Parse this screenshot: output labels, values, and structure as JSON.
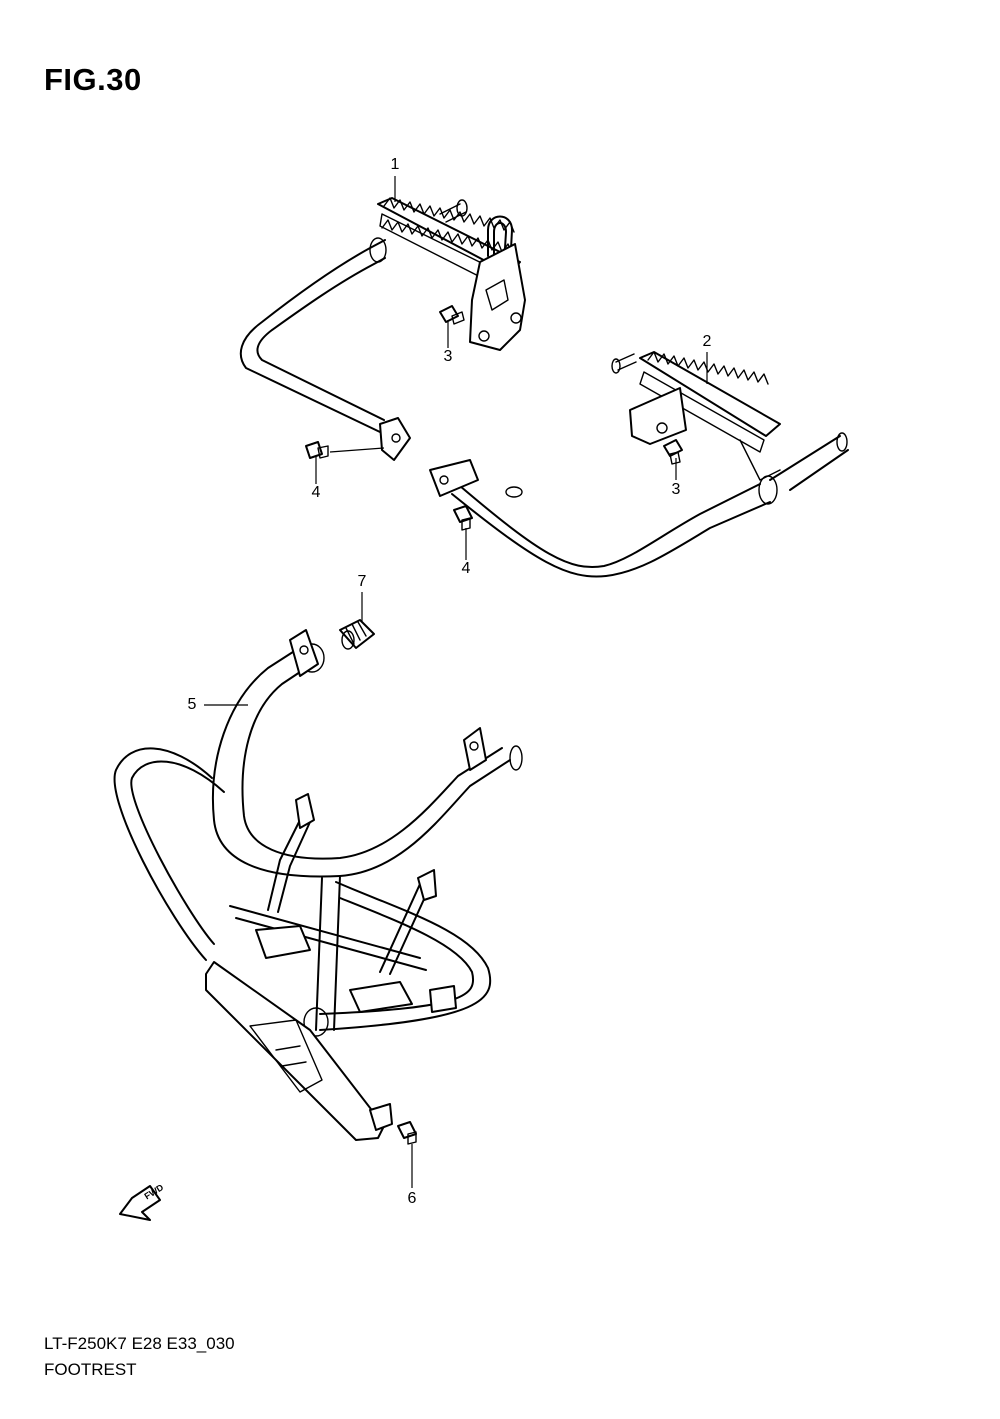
{
  "figure": {
    "title": "FIG.30"
  },
  "callouts": [
    {
      "id": "1",
      "label": "1"
    },
    {
      "id": "2",
      "label": "2"
    },
    {
      "id": "3a",
      "label": "3"
    },
    {
      "id": "3b",
      "label": "3"
    },
    {
      "id": "4a",
      "label": "4"
    },
    {
      "id": "4b",
      "label": "4"
    },
    {
      "id": "5",
      "label": "5"
    },
    {
      "id": "6",
      "label": "6"
    },
    {
      "id": "7",
      "label": "7"
    }
  ],
  "fwd_badge": {
    "label": "FWD"
  },
  "footer": {
    "model_code": "LT-F250K7 E28 E33_030",
    "section_name": "FOOTREST"
  }
}
